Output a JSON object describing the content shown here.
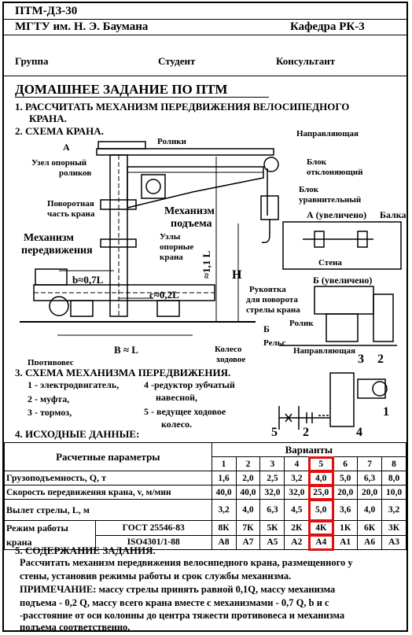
{
  "header": {
    "code": "ПТМ-ДЗ-30",
    "university": "МГТУ им. Н. Э. Баумана",
    "department": "Кафедра РК-3",
    "group_label": "Группа",
    "student_label": "Студент",
    "consultant_label": "Консультант"
  },
  "title": "ДОМАШНЕЕ ЗАДАНИЕ ПО ПТМ",
  "sections": {
    "s1_line1": "1. РАССЧИТАТЬ МЕХАНИЗМ ПЕРЕДВИЖЕНИЯ ВЕЛОСИПЕДНОГО",
    "s1_line2": "КРАНА.",
    "s2": "2. СХЕМА КРАНА.",
    "s3": "3. СХЕМА МЕХАНИЗМА ПЕРЕДВИЖЕНИЯ.",
    "s4": "4. ИСХОДНЫЕ ДАННЫЕ:",
    "s5": "5. СОДЕРЖАНИЕ ЗАДАНИЯ."
  },
  "diagram_labels": {
    "A": "А",
    "rollers": "Ролики",
    "guide": "Направляющая",
    "support_rollers_1": "Узел опорный",
    "support_rollers_2": "роликов",
    "block_1": "Блок",
    "block_2": "отклоняющий",
    "rotating_1": "Поворотная",
    "rotating_2": "часть крана",
    "balance_block_1": "Блок",
    "balance_block_2": "уравнительный",
    "lift_mech_1": "Механизм",
    "lift_mech_2": "подъема",
    "a_enlarged": "А (увеличено)",
    "beam": "Балка",
    "travel_mech_1": "Механизм",
    "travel_mech_2": "передвижения",
    "support_nodes_1": "Узлы",
    "support_nodes_2": "опорные",
    "support_nodes_3": "крана",
    "L_len": "≈1,1 L",
    "H": "H",
    "wall": "Стена",
    "b_eq": "b≈0,7L",
    "b_enlarged": "Б (увеличено)",
    "c_eq": "c≈0,2L",
    "handle_1": "Рукоятка",
    "handle_2": "для поворота",
    "handle_3": "стрелы крана",
    "roller": "Ролик",
    "B_label": "Б",
    "rail": "Рельс",
    "B_eq": "B ≈ L",
    "wheel_1": "Колесо",
    "wheel_2": "ходовое",
    "counterweight": "Противовес",
    "guide2": "Направляющая"
  },
  "mechanism_items": [
    "1 - электродвигатель,",
    "2 - муфта,",
    "3 - тормоз,",
    "4 -редуктор зубчатый",
    "навесной,",
    "5 - ведущее ходовое",
    "колесо."
  ],
  "mechanism_numbers": [
    "1",
    "2",
    "3",
    "4",
    "5"
  ],
  "table": {
    "param_header": "Расчетные параметры",
    "variants_header": "Варианты",
    "variant_numbers": [
      "1",
      "2",
      "3",
      "4",
      "5",
      "6",
      "7",
      "8"
    ],
    "selected_variant": "5",
    "rows": [
      {
        "label": "Грузоподъемность, Q, т",
        "values": [
          "1,6",
          "2,0",
          "2,5",
          "3,2",
          "4,0",
          "5,0",
          "6,3",
          "8,0"
        ]
      },
      {
        "label": "Скорость передвижения крана, v, м/мин",
        "values": [
          "40,0",
          "40,0",
          "32,0",
          "32,0",
          "25,0",
          "20,0",
          "20,0",
          "10,0"
        ]
      },
      {
        "label": "Вылет стрелы, L, м",
        "values": [
          "3,2",
          "4,0",
          "6,3",
          "4,5",
          "5,0",
          "3,6",
          "4,0",
          "3,2"
        ]
      }
    ],
    "mode_label_1": "Режим работы",
    "mode_label_2": "крана",
    "gost1": "ГОСТ 25546-83",
    "gost1_values": [
      "8К",
      "7К",
      "5К",
      "2К",
      "4К",
      "1К",
      "6К",
      "3К"
    ],
    "gost2": "ISO4301/1-88",
    "gost2_values": [
      "А8",
      "А7",
      "А5",
      "А2",
      "А4",
      "А1",
      "А6",
      "А3"
    ]
  },
  "content_text": {
    "p1_line1": "Рассчитать механизм передвижения  велосипедного крана, размещенного у",
    "p1_line2": "стены, установив режимы работы и срок службы механизма.",
    "note_line1": "ПРИМЕЧАНИЕ:  массу стрелы принять равной 0,1Q, массу  механизма",
    "note_line2": "подъема - 0,2 Q, массу всего крана вместе с механизмами  - 0,7 Q, b и c",
    "note_line3": "-расстояние от оси колонны до центра тяжести противовеса и механизма",
    "note_line4": "подъема соответственно."
  },
  "colors": {
    "highlight": "#e01010"
  }
}
